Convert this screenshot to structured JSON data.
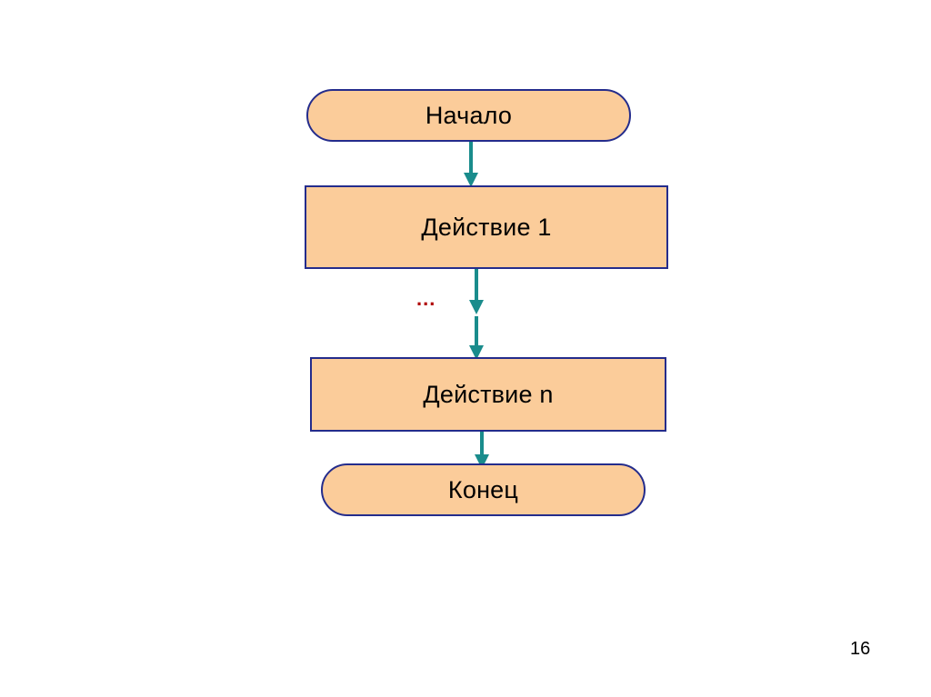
{
  "slide": {
    "background_color": "#ffffff",
    "page_number": "16"
  },
  "diagram": {
    "type": "flowchart",
    "orientation": "vertical",
    "node_fill_color": "#FBCC9A",
    "node_border_color": "#242C8C",
    "arrow_color": "#1A8C8C",
    "ellipsis_color": "#B00000",
    "nodes": [
      {
        "id": "start",
        "shape": "terminator",
        "label": "Начало"
      },
      {
        "id": "action1",
        "shape": "process",
        "label": "Действие 1"
      },
      {
        "id": "actionn",
        "shape": "process",
        "label": "Действие n"
      },
      {
        "id": "end",
        "shape": "terminator",
        "label": "Конец"
      }
    ],
    "connectors": [
      {
        "from": "start",
        "to": "action1"
      },
      {
        "from": "action1",
        "to": "ellipsis"
      },
      {
        "from": "ellipsis",
        "to": "actionn"
      },
      {
        "from": "actionn",
        "to": "end"
      }
    ],
    "ellipsis_label": "..."
  }
}
